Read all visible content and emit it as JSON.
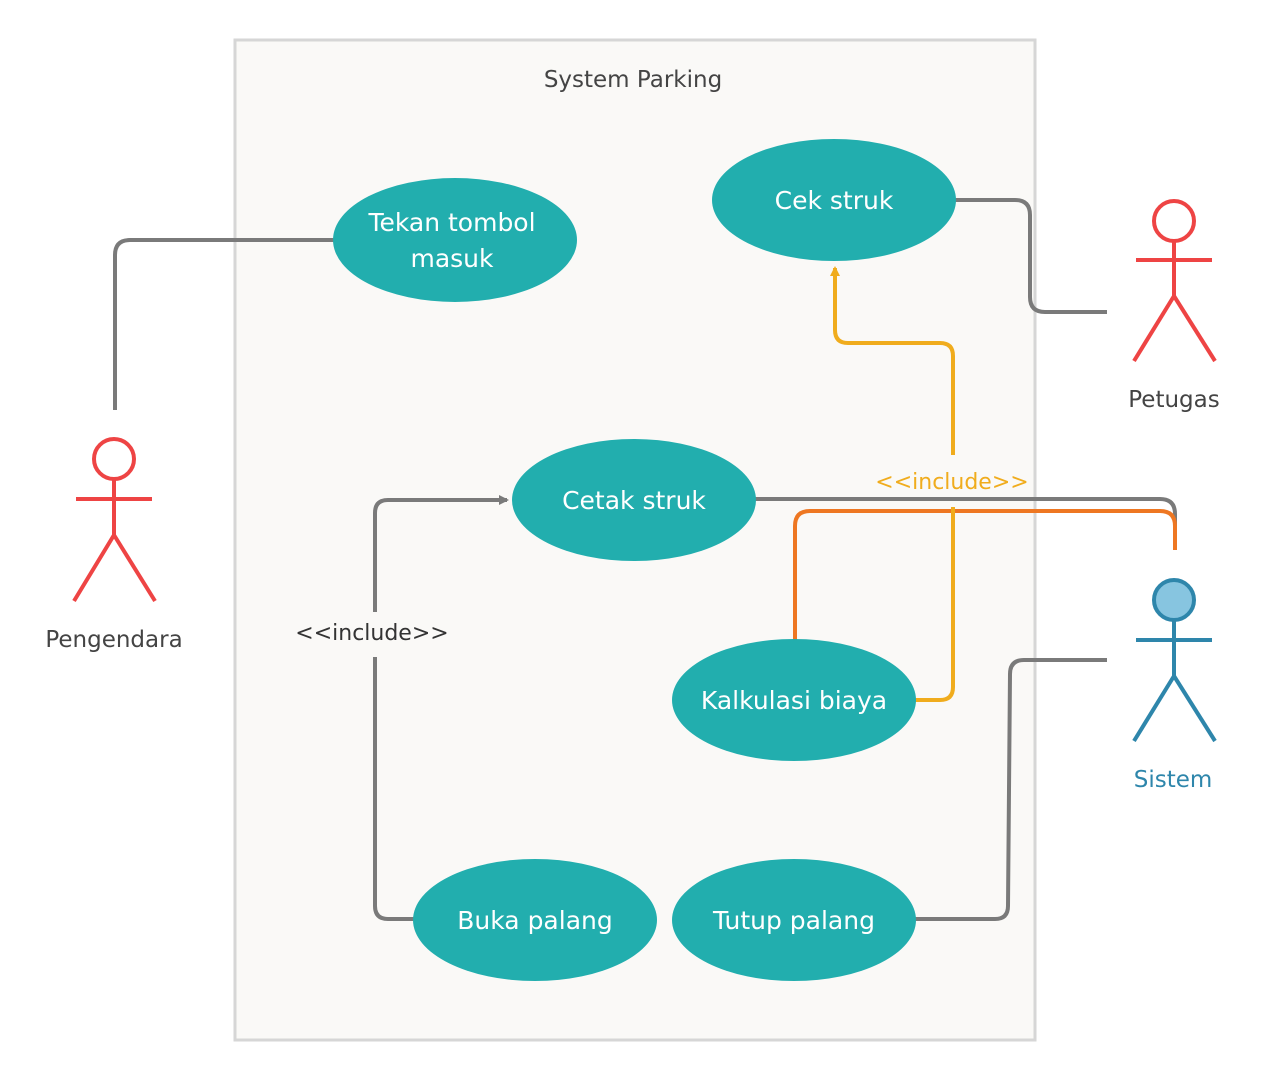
{
  "system": {
    "title": "System Parking"
  },
  "actors": {
    "pengendara": {
      "label": "Pengendara",
      "color": "#ee4444"
    },
    "petugas": {
      "label": "Petugas",
      "color": "#ee4444"
    },
    "sistem": {
      "label": "Sistem",
      "color": "#2e86ab",
      "head_fill": "#87c5e0"
    }
  },
  "use_cases": {
    "tekan_tombol": {
      "line1": "Tekan tombol",
      "line2": "masuk"
    },
    "cek_struk": {
      "label": "Cek struk"
    },
    "cetak_struk": {
      "label": "Cetak struk"
    },
    "kalkulasi_biaya": {
      "label": "Kalkulasi biaya"
    },
    "buka_palang": {
      "label": "Buka palang"
    },
    "tutup_palang": {
      "label": "Tutup palang"
    }
  },
  "relations": {
    "include_left": {
      "label": "<<include>>",
      "color": "#7a7a7a"
    },
    "include_right": {
      "label": "<<include>>",
      "color": "#f0ac1d"
    },
    "association_color": "#7a7a7a",
    "sistem_link_color": "#ee7722"
  },
  "colors": {
    "use_case_fill": "#22aeae",
    "boundary_fill": "#faf9f7",
    "boundary_stroke": "#d6d6d6"
  }
}
